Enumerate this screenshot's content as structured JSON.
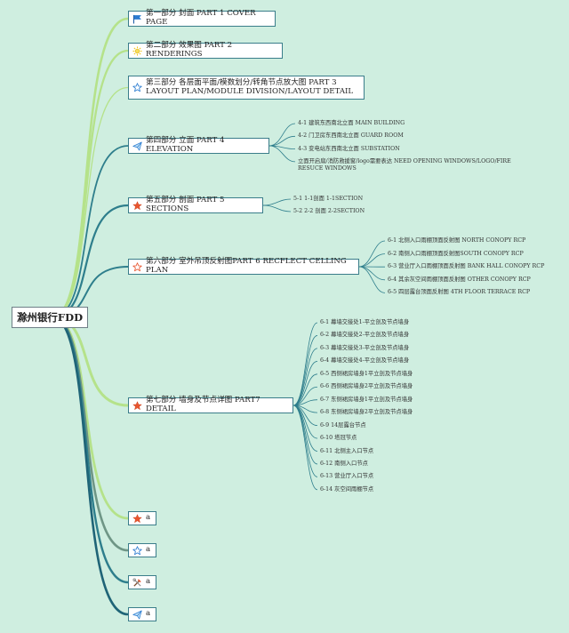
{
  "root": {
    "label": "滁州银行FDD"
  },
  "branches": [
    {
      "icon": "flag-icon",
      "label": "第一部分 封面 PART 1 COVER PAGE"
    },
    {
      "icon": "sun-icon",
      "label": "第二部分 效果图 PART 2 RENDERINGS"
    },
    {
      "icon": "star-outline-icon",
      "label": "第三部分 各层面平面/模数划分/转角节点放大图 PART 3\nLAYOUT PLAN/MODULE DIVISION/LAYOUT DETAIL"
    },
    {
      "icon": "paper-plane-icon",
      "label": "第四部分 立面 PART 4 ELEVATION",
      "children": [
        "4-1 建筑东西南北立面 MAIN BUILDING",
        "4-2 门卫房东西南北立面 GUARD ROOM",
        "4-3 变电站东西南北立面 SUBSTATION",
        "立面开启扇/消防救援窗/logo需要表达 NEED OPENING WINDOWS/LOGO/FIRE\nRESUCE WINDOWS"
      ]
    },
    {
      "icon": "star-filled-icon",
      "label": "第五部分 剖面 PART 5 SECTIONS",
      "children": [
        "5-1 1-1剖面 1-1SECTION",
        "5-2 2-2 剖面 2-2SECTION"
      ]
    },
    {
      "icon": "star-outline-red-icon",
      "label": "第六部分 室外吊顶反射图PART 6 RECFLECT CELLING PLAN",
      "children": [
        "6-1 北侧入口雨棚顶面反射图 NORTH CONOPY RCP",
        "6-2 南侧入口雨棚顶面反射图SOUTH CONOPY RCP",
        "6-3 营业厅入口雨棚顶面反射图 BANK HALL CONOPY RCP",
        "6-4 其余灰空间雨棚顶面反射图 OTHER CONOPY RCP",
        "6-5 四层露台顶面反射图 4TH FLOOR TERRACE RCP"
      ]
    },
    {
      "icon": "star-filled-icon",
      "label": "第七部分 墙身及节点详图 PART7 DETAIL",
      "children": [
        "6-1 幕墙交接处1-平立剖及节点墙身",
        "6-2 幕墙交接处2-平立剖及节点墙身",
        "6-3 幕墙交接处3-平立剖及节点墙身",
        "6-4 幕墙交接处4-平立剖及节点墙身",
        "6-5 西侧裙房墙身1平立剖及节点墙身",
        "6-6 西侧裙房墙身2平立剖及节点墙身",
        "6-7 东侧裙房墙身1平立剖及节点墙身",
        "6-8 东侧裙房墙身2平立剖及节点墙身",
        "6-9 14层露台节点",
        "6-10 塔冠节点",
        "6-11 北侧主入口节点",
        "6-12 南侧入口节点",
        "6-13 营业厅入口节点",
        "6-14 灰空间雨棚节点"
      ]
    },
    {
      "icon": "star-filled-icon",
      "label": "a"
    },
    {
      "icon": "star-outline-icon",
      "label": "a"
    },
    {
      "icon": "tools-icon",
      "label": "a"
    },
    {
      "icon": "paper-plane-icon",
      "label": "a"
    }
  ],
  "colors": {
    "background": "#cfeee0",
    "branch_light": "#b5e28a",
    "branch_teal": "#2e7e8c",
    "branch_dark": "#1f6477",
    "branch_gray": "#6f9686",
    "star_red": "#e8552e",
    "icon_blue": "#2a7bd0",
    "sun_yellow": "#f2c71c"
  }
}
